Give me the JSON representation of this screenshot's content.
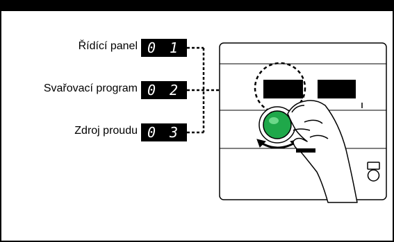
{
  "menu": {
    "items": [
      {
        "label": "Řídící panel",
        "code": "0 1"
      },
      {
        "label": "Svařovací program",
        "code": "0 2"
      },
      {
        "label": "Zdroj proudu",
        "code": "0 3"
      }
    ]
  },
  "colors": {
    "display": "#000000",
    "knob": "#1fa84a",
    "knob_highlight": "#7fe39a",
    "connector": "#000000"
  },
  "icons": [
    "rotate-arrow-icon",
    "hand-icon",
    "socket-icon"
  ]
}
